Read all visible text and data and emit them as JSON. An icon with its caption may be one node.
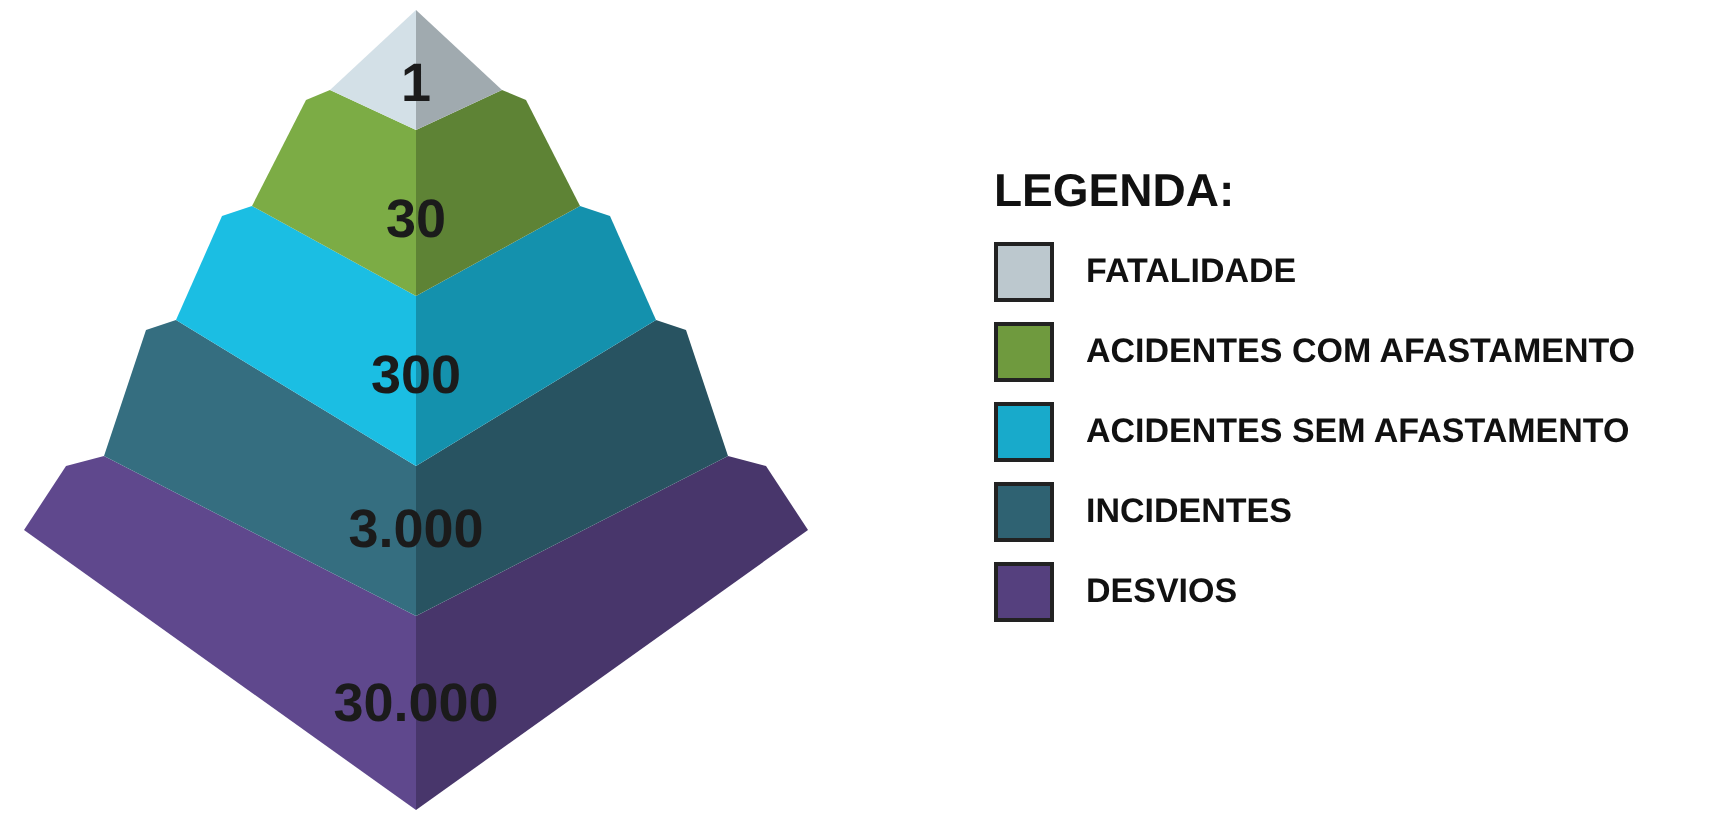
{
  "diagram": {
    "nodes": [
      {
        "text": [
          "1"
        ]
      },
      {
        "text": [
          "30"
        ]
      },
      {
        "text": [
          "300"
        ]
      },
      {
        "text": [
          "3.000"
        ]
      },
      {
        "text": [
          "30.000"
        ]
      }
    ],
    "labels": [
      "LEGENDA:"
    ],
    "legend": [
      {
        "text": "FATALIDADE",
        "color": "#bcc8ce"
      },
      {
        "text": "ACIDENTES COM AFASTAMENTO",
        "color": "#6f9a3e"
      },
      {
        "text": "ACIDENTES SEM AFASTAMENTO",
        "color": "#18aacb"
      },
      {
        "text": "INCIDENTES",
        "color": "#2f6272"
      },
      {
        "text": "DESVIOS",
        "color": "#55407e"
      }
    ]
  }
}
